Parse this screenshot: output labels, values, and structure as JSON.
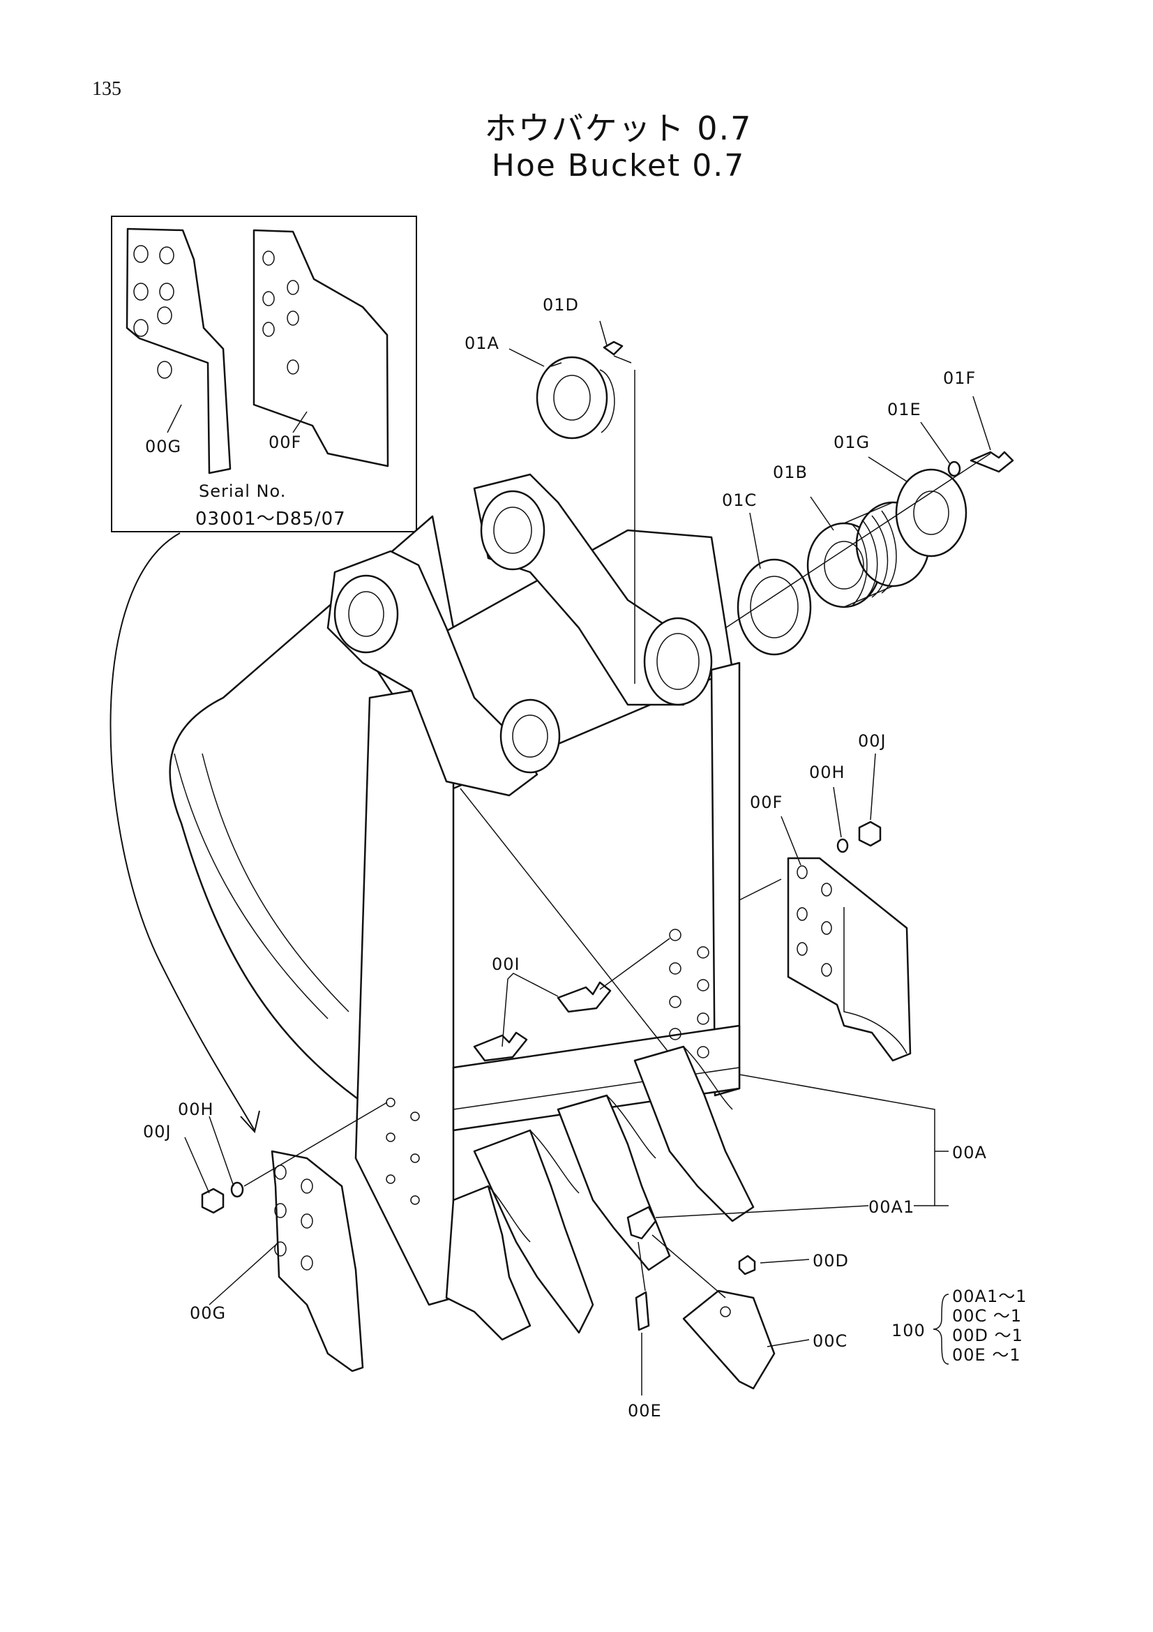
{
  "page_number": "135",
  "title_jp": "ホウバケット 0.7",
  "title_en": "Hoe Bucket 0.7",
  "inset": {
    "labels": [
      "00G",
      "00F"
    ],
    "serial_label": "Serial No.",
    "serial_range": "03001～D85/07"
  },
  "callouts": {
    "c01D": "01D",
    "c01A": "01A",
    "c01F": "01F",
    "c01E": "01E",
    "c01G": "01G",
    "c01B": "01B",
    "c01C": "01C",
    "c00J_right": "00J",
    "c00H_right": "00H",
    "c00F_right": "00F",
    "c00I": "00I",
    "c00H_left": "00H",
    "c00J_left": "00J",
    "c00A": "00A",
    "c00A1": "00A1",
    "c00D": "00D",
    "c00G_left": "00G",
    "c00C": "00C",
    "c00E": "00E"
  },
  "kit": {
    "qty": "100",
    "items": [
      "00A1～1",
      "00C ～1",
      "00D ～1",
      "00E ～1"
    ]
  }
}
